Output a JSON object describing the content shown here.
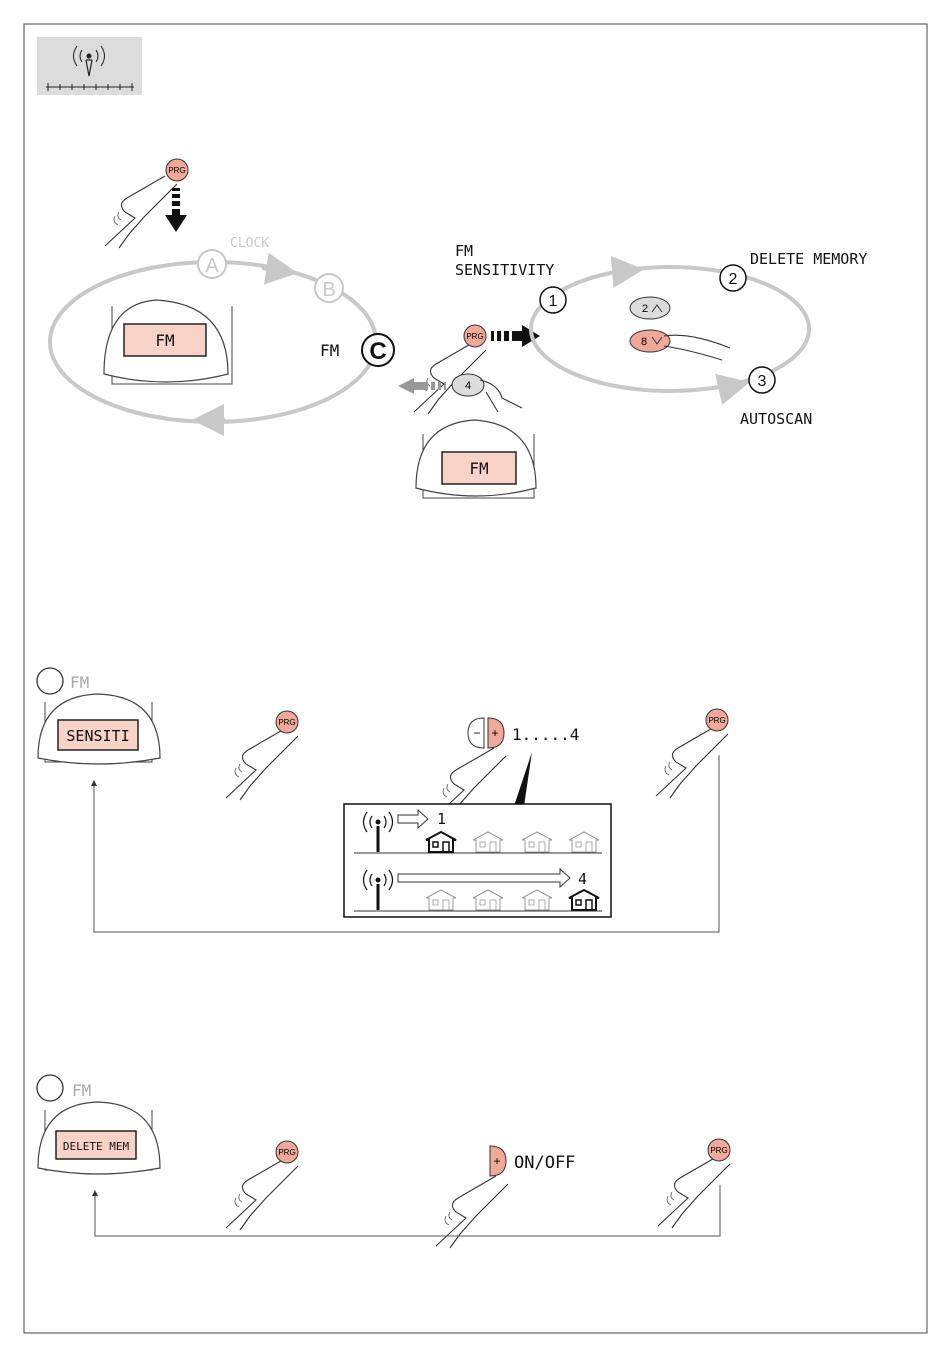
{
  "colors": {
    "orbit_gray": "#c8c8c8",
    "lcd_fill": "#f7d2c6",
    "prg_button": "#f0a898",
    "key_gray": "#dcdcdc",
    "header_box": "#dcdcdc",
    "frame": "#444444"
  },
  "icons": {
    "header": "radio-antenna-scale-icon",
    "prg": "prg-button-icon",
    "finger": "pointing-finger-icon",
    "antenna": "antenna-signal-icon",
    "house": "house-icon"
  },
  "menu": {
    "clock_label": "CLOCK",
    "node_a": "A",
    "node_b": "B",
    "node_c": "C",
    "fm_label": "FM",
    "lcd_fm": "FM",
    "lcd_fm_2": "FM",
    "prg": "PRG",
    "key_4": "4",
    "submenu_title_line1": "FM",
    "submenu_title_line2": "SENSITIVITY",
    "step_1": "1",
    "step_2": "2",
    "step_3": "3",
    "delete_memory": "DELETE MEMORY",
    "autoscan": "AUTOSCAN",
    "key_up": "2",
    "key_down": "8"
  },
  "sensitivity": {
    "mode_label": "FM",
    "lcd_text": "SENSITI",
    "prg_1": "PRG",
    "minus": "−",
    "plus": "+",
    "range": "1.....4",
    "prg_2": "PRG",
    "level_low": "1",
    "level_high": "4"
  },
  "delete_mem": {
    "mode_label": "FM",
    "lcd_text": "DELETE MEM",
    "prg_1": "PRG",
    "plus": "+",
    "on_off": "ON/OFF",
    "prg_2": "PRG"
  }
}
